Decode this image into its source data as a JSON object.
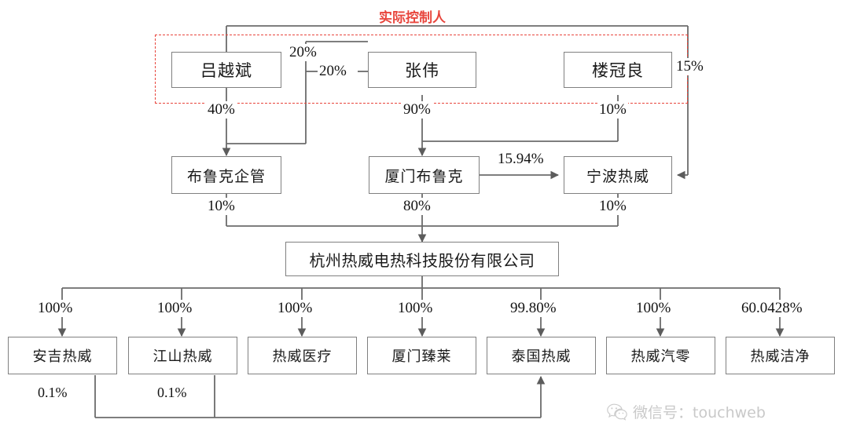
{
  "diagram": {
    "title_label": "实际控制人",
    "control_group_members": [
      "吕越斌",
      "张伟",
      "楼冠良"
    ],
    "accent_color": "#e8453c",
    "line_color": "#6b6b6b",
    "box_border_color": "#808080"
  },
  "persons": [
    {
      "id": "lyuyuebin",
      "name": "吕越斌"
    },
    {
      "id": "zhangwei",
      "name": "张伟"
    },
    {
      "id": "louguanliang",
      "name": "楼冠良"
    }
  ],
  "holdings": [
    {
      "id": "bulukeqiguan",
      "name": "布鲁克企管"
    },
    {
      "id": "xiamenbuluke",
      "name": "厦门布鲁克"
    },
    {
      "id": "ningborewei",
      "name": "宁波热威"
    }
  ],
  "issuer": {
    "id": "hangzhourewei",
    "name": "杭州热威电热科技股份有限公司"
  },
  "subsidiaries": [
    {
      "id": "anjirewei",
      "name": "安吉热威",
      "stake": "100%"
    },
    {
      "id": "jiangshanrewei",
      "name": "江山热威",
      "stake": "100%"
    },
    {
      "id": "reweiyiliao",
      "name": "热威医疗",
      "stake": "100%"
    },
    {
      "id": "xiamenzhenlai",
      "name": "厦门臻莱",
      "stake": "100%"
    },
    {
      "id": "taiguorewei",
      "name": "泰国热威",
      "stake": "99.80%"
    },
    {
      "id": "reweiqiling",
      "name": "热威汽零",
      "stake": "100%"
    },
    {
      "id": "reweijiejing",
      "name": "热威洁净",
      "stake": "60.0428%"
    }
  ],
  "edge_labels": {
    "zhangwei_to_bulukeqiguan": "20%",
    "zhangwei_to_lyu": "20%",
    "lou_to_ningbo_direct": "15%",
    "lyu_to_bulukeqiguan": "40%",
    "zhangwei_to_xiamenbuluke": "90%",
    "lou_to_ningbo_top": "10%",
    "xiamenbuluke_to_ningbo": "15.94%",
    "bulukeqiguan_to_issuer": "10%",
    "xiamenbuluke_to_issuer": "80%",
    "ningbo_to_issuer": "10%",
    "anji_to_taiguo": "0.1%",
    "jiangshan_to_taiguo": "0.1%"
  },
  "watermark": {
    "icon": "wechat-icon",
    "text": "微信号：touchweb"
  }
}
